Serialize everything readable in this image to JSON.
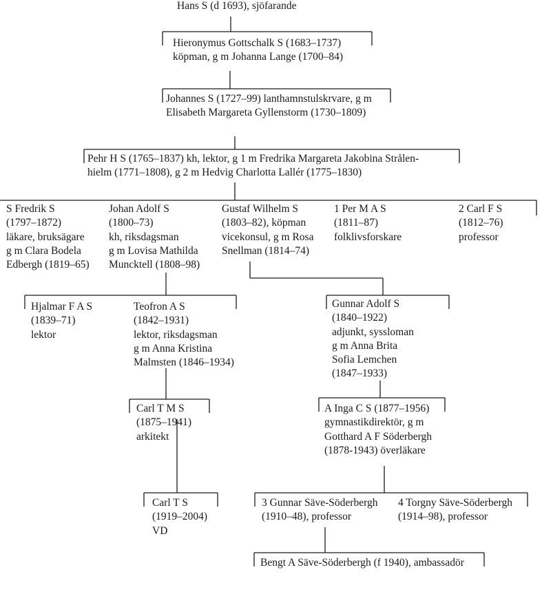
{
  "nodes": {
    "hans": [
      "Hans S (d 1693), sjöfarande"
    ],
    "hieronymus": [
      "Hieronymus Gottschalk S (1683–1737)",
      "köpman, g m Johanna Lange (1700–84)"
    ],
    "johannes": [
      "Johannes S (1727–99) lanthamnstulskrvare, g m",
      "Elisabeth Margareta Gyllenstorm (1730–1809)"
    ],
    "pehr": [
      "Pehr H S (1765–1837) kh, lektor, g 1 m Fredrika Margareta Jakobina Strålen-",
      "hielm (1771–1808), g 2 m Hedvig Charlotta Lallér (1775–1830)"
    ],
    "s_fredrik": [
      "S Fredrik S",
      "(1797–1872)",
      "läkare, bruksägare",
      "g m Clara Bodela",
      "Edbergh (1819–65)"
    ],
    "johan_adolf": [
      "Johan Adolf S",
      "(1800–73)",
      "kh, riksdagsman",
      "g m Lovisa Mathilda",
      "Muncktell (1808–98)"
    ],
    "gustaf_wilhelm": [
      "Gustaf Wilhelm S",
      "(1803–82), köpman",
      "vicekonsul, g m Rosa",
      "Snellman (1814–74)"
    ],
    "per": [
      "1 Per M A S",
      "(1811–87)",
      "folklivsforskare"
    ],
    "carl_f": [
      "2 Carl F S",
      "(1812–76)",
      "professor"
    ],
    "hjalmar": [
      "Hjalmar F A S",
      "(1839–71)",
      "lektor"
    ],
    "teofron": [
      "Teofron A S",
      "(1842–1931)",
      "lektor, riksdagsman",
      "g m Anna Kristina",
      "Malmsten (1846–1934)"
    ],
    "gunnar_adolf": [
      "Gunnar Adolf S",
      "(1840–1922)",
      "adjunkt, syssloman",
      "g m Anna Brita",
      "Sofia Lemchen",
      "(1847–1933)"
    ],
    "carl_tms": [
      "Carl T M S",
      "(1875–1941)",
      "arkitekt"
    ],
    "inga": [
      "A Inga C S (1877–1956)",
      "gymnastikdirektör, g m",
      "Gotthard A F Söderbergh",
      "(1878-1943) överläkare"
    ],
    "carl_ts": [
      "Carl T S",
      "(1919–2004)",
      "VD"
    ],
    "gunnar_save": [
      "3 Gunnar Säve-Söderbergh",
      "(1910–48), professor"
    ],
    "torgny": [
      "4 Torgny Säve-Söderbergh",
      "(1914–98), professor"
    ],
    "bengt": [
      "Bengt A Säve-Söderbergh (f 1940), ambassadör"
    ]
  }
}
